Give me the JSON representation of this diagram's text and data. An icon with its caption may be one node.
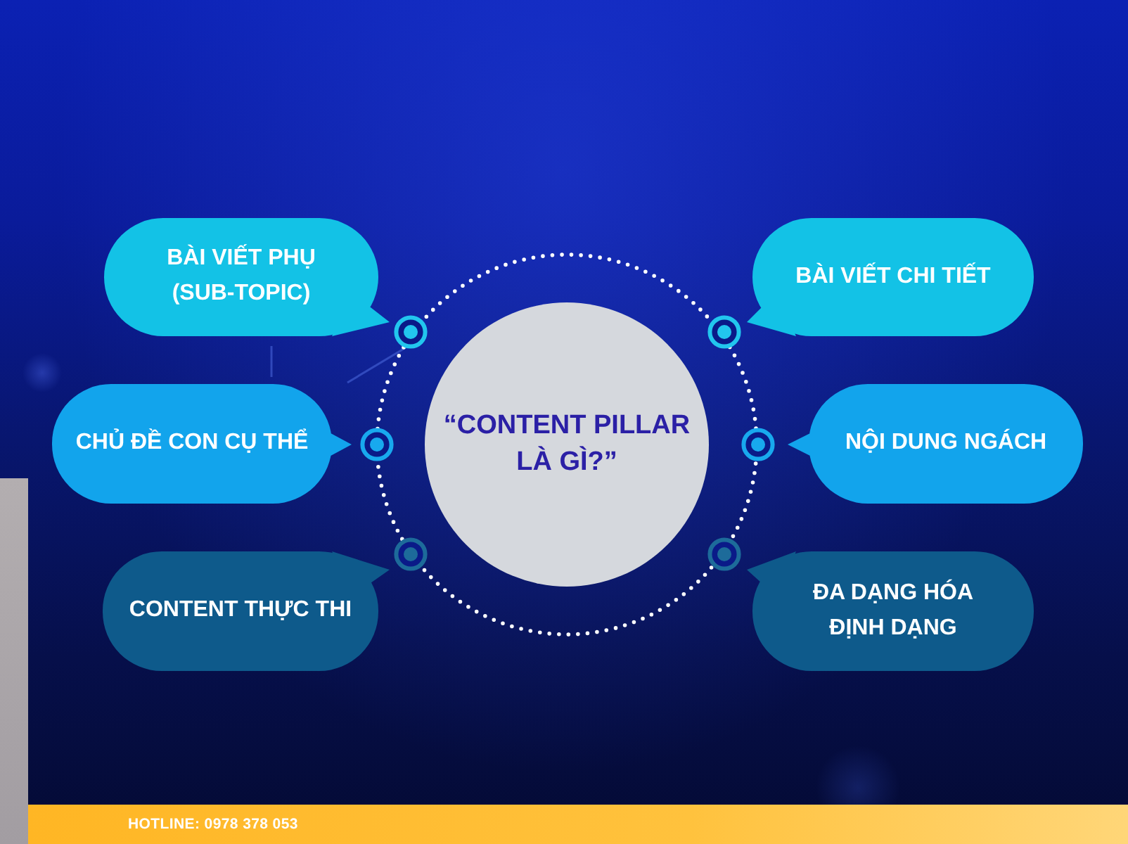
{
  "diagram": {
    "nodes": [
      {
        "text": [
          "“CONTENT PILLAR LÀ GÌ?”"
        ]
      },
      {
        "text": [
          "BÀI VIẾT PHỤ (SUB-TOPIC)"
        ]
      },
      {
        "text": [
          "CHỦ ĐỀ CON CỤ THỂ"
        ]
      },
      {
        "text": [
          "CONTENT THỰC THI"
        ]
      },
      {
        "text": [
          "BÀI VIẾT CHI TIẾT"
        ]
      },
      {
        "text": [
          "NỘI DUNG NGÁCH"
        ]
      },
      {
        "text": [
          "ĐA DẠNG HÓA ĐỊNH DẠNG"
        ]
      }
    ],
    "labels": [
      "HOTLINE: 0978 378 053"
    ]
  }
}
